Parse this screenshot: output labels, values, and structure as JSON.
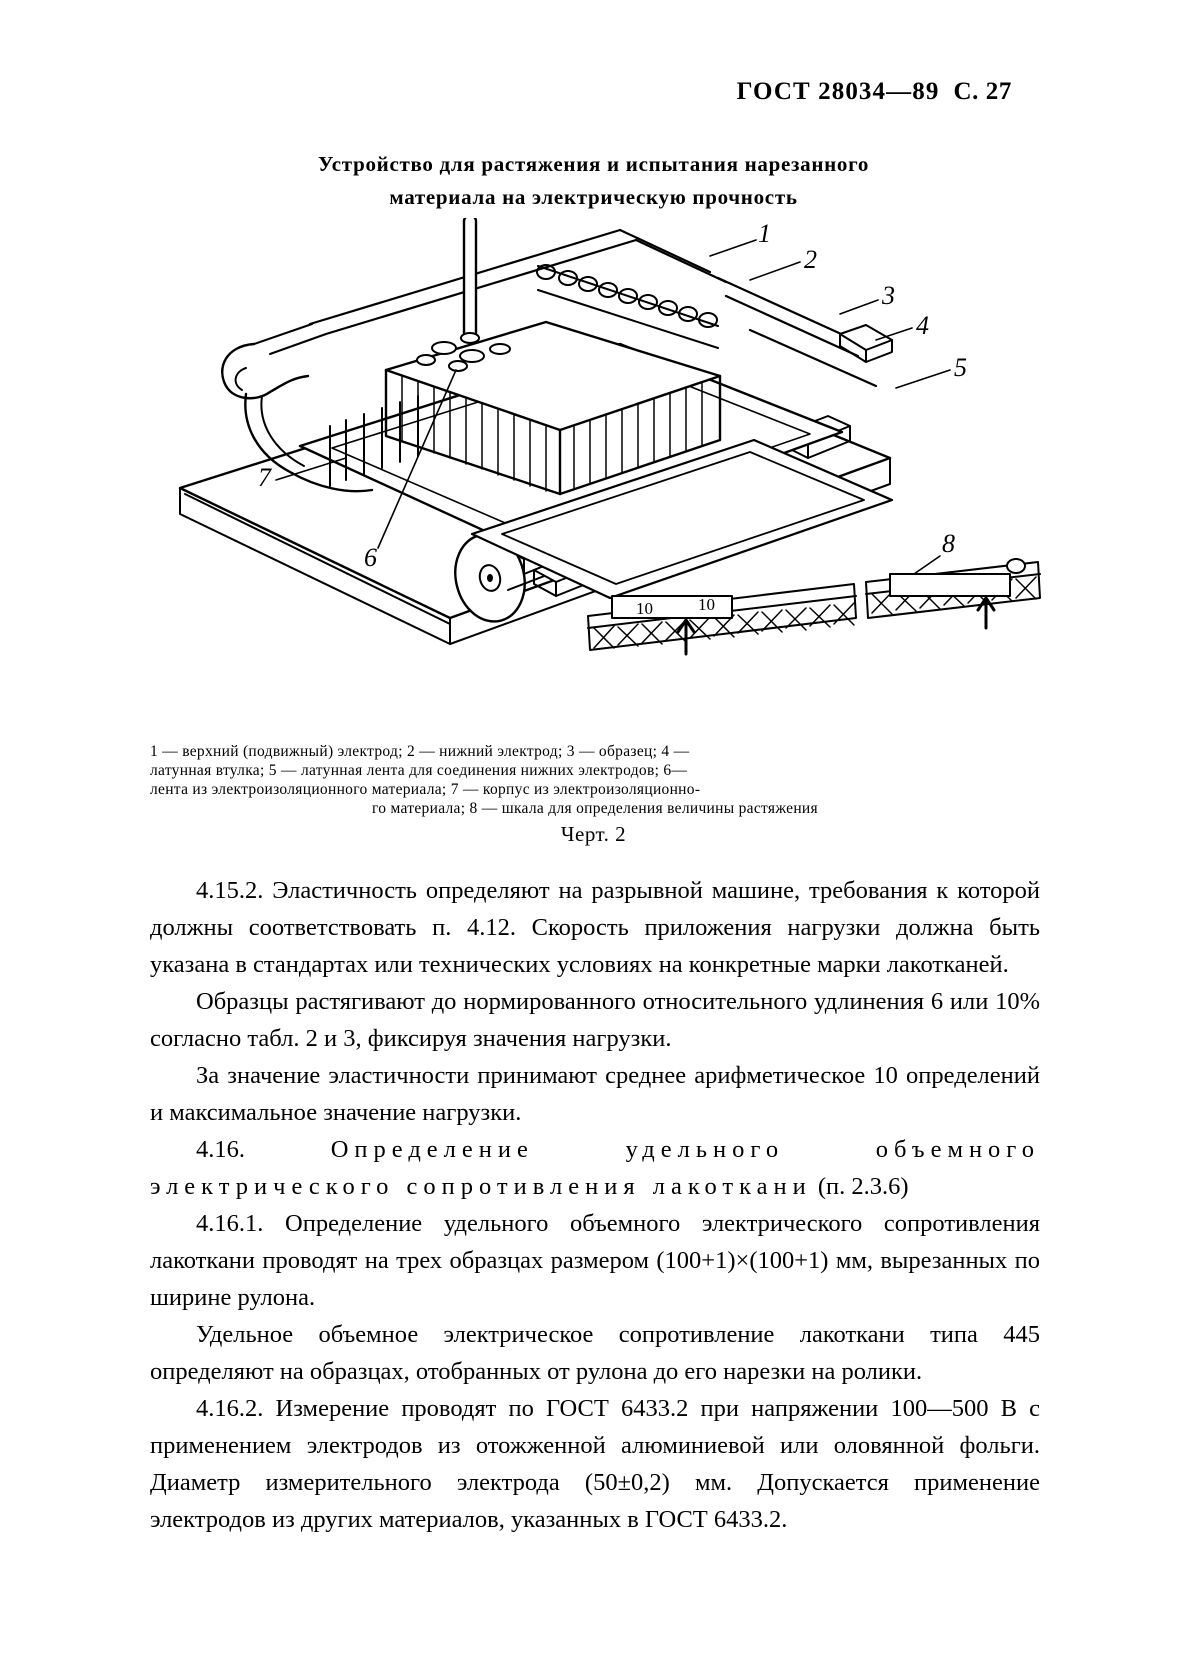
{
  "header": {
    "standard": "ГОСТ 28034—89",
    "page": "С. 27"
  },
  "figure": {
    "title_line1": "Устройство для растяжения и испытания нарезанного",
    "title_line2": "материала на электрическую прочность",
    "callouts": [
      "1",
      "2",
      "3",
      "4",
      "5",
      "6",
      "7",
      "8"
    ],
    "scale_marks": [
      "10",
      "10"
    ],
    "legend_line1": "1 — верхний  (подвижный)  электрод;  2 — нижний   электрод;  3 — образец;  4 —",
    "legend_line2": "латунная втулка;  5 — латунная лента для соединения нижних электродов; 6—",
    "legend_line3": "лента из  электроизоляционного  материала;  7 — корпус из  электроизоляционно-",
    "legend_line4": "го материала;  8 — шкала для определения величины растяжения",
    "number": "Черт. 2"
  },
  "body": {
    "p1": "4.15.2. Эластичность определяют на  разрывной  машине, требования к которой  должны  соответствовать  п. 4.12. Скорость приложения нагрузки должна быть указана в стандартах или технических условиях на конкретные марки лакотканей.",
    "p2": "Образцы растягивают до нормированного относительного удлинения 6 или 10% согласно табл. 2 и 3, фиксируя значения нагрузки.",
    "p3": "За значение эластичности принимают среднее арифметическое 10 определений и максимальное значение нагрузки.",
    "p4_number": "4.16. ",
    "p4_spaced": "Определение  удельного  объемного  электрического  сопротивления  лакоткани",
    "p4_tail": " (п. 2.3.6)",
    "p5": "4.16.1. Определение удельного объемного электрического сопротивления лакоткани  проводят  на трех  образцах размером (100+1)×(100+1)  мм, вырезанных по ширине рулона.",
    "p6": "Удельное  объемное  электрическое  сопротивление лакоткани типа 445 определяют на образцах, отобранных от рулона до его нарезки на ролики.",
    "p7": "4.16.2. Измерение  проводят по ГОСТ 6433.2 при напряжении 100—500 В с применением электродов из отожженной алюминиевой или оловянной фольги. Диаметр  измерительного электрода (50±0,2) мм. Допускается применение электродов из других материалов, указанных в ГОСТ 6433.2."
  }
}
